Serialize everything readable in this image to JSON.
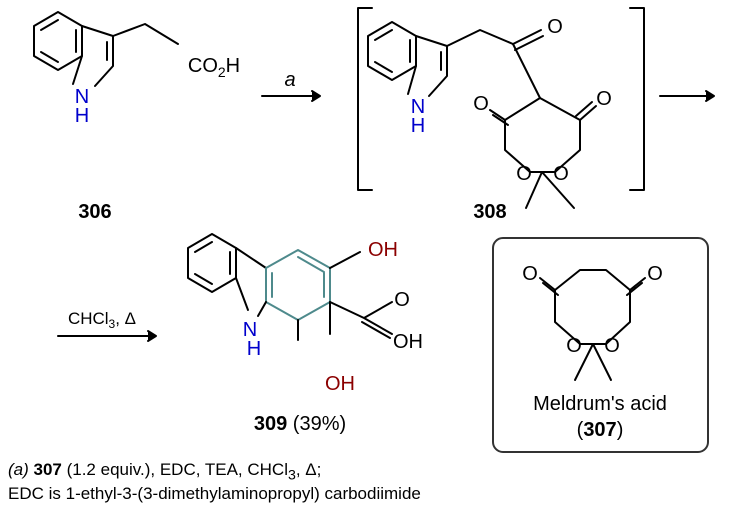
{
  "compounds": {
    "c306": {
      "label": "306",
      "nh": "N",
      "h": "H",
      "substituent": "CO2H"
    },
    "c308": {
      "label": "308",
      "nh": "N",
      "h": "H",
      "o_ketone": "O",
      "o_left_carbonyl": "O",
      "o_right_carbonyl": "O",
      "o_ring_left": "O",
      "o_ring_right": "O"
    },
    "c309": {
      "label": "309",
      "yield": "(39%)",
      "nh": "N",
      "h": "H",
      "oh_top": "OH",
      "oh_bottom": "OH",
      "acid_o": "O",
      "acid_oh": "OH"
    },
    "c307": {
      "name": "Meldrum's acid",
      "label_open": "(",
      "label": "307",
      "label_close": ")",
      "o_left_carbonyl": "O",
      "o_right_carbonyl": "O",
      "o_ring_left": "O",
      "o_ring_right": "O"
    }
  },
  "arrows": {
    "step1_label": "a",
    "step3_label_main": "CHCl",
    "step3_label_sub": "3",
    "step3_label_rest": ", Δ"
  },
  "footnote": {
    "line1_prefix": "(a) ",
    "line1_compound": "307",
    "line1_rest": " (1.2 equiv.), EDC, TEA, CHCl",
    "line1_sub": "3",
    "line1_end": ", Δ;",
    "line2": "EDC is 1-ethyl-3-(3-dimethylaminopropyl) carbodiimide"
  },
  "colors": {
    "bond": "#000000",
    "nitrogen": "#0000cc",
    "hydroxyl": "#8b0000",
    "highlight_ring": "#4e8a8c",
    "box_border": "#333333"
  }
}
